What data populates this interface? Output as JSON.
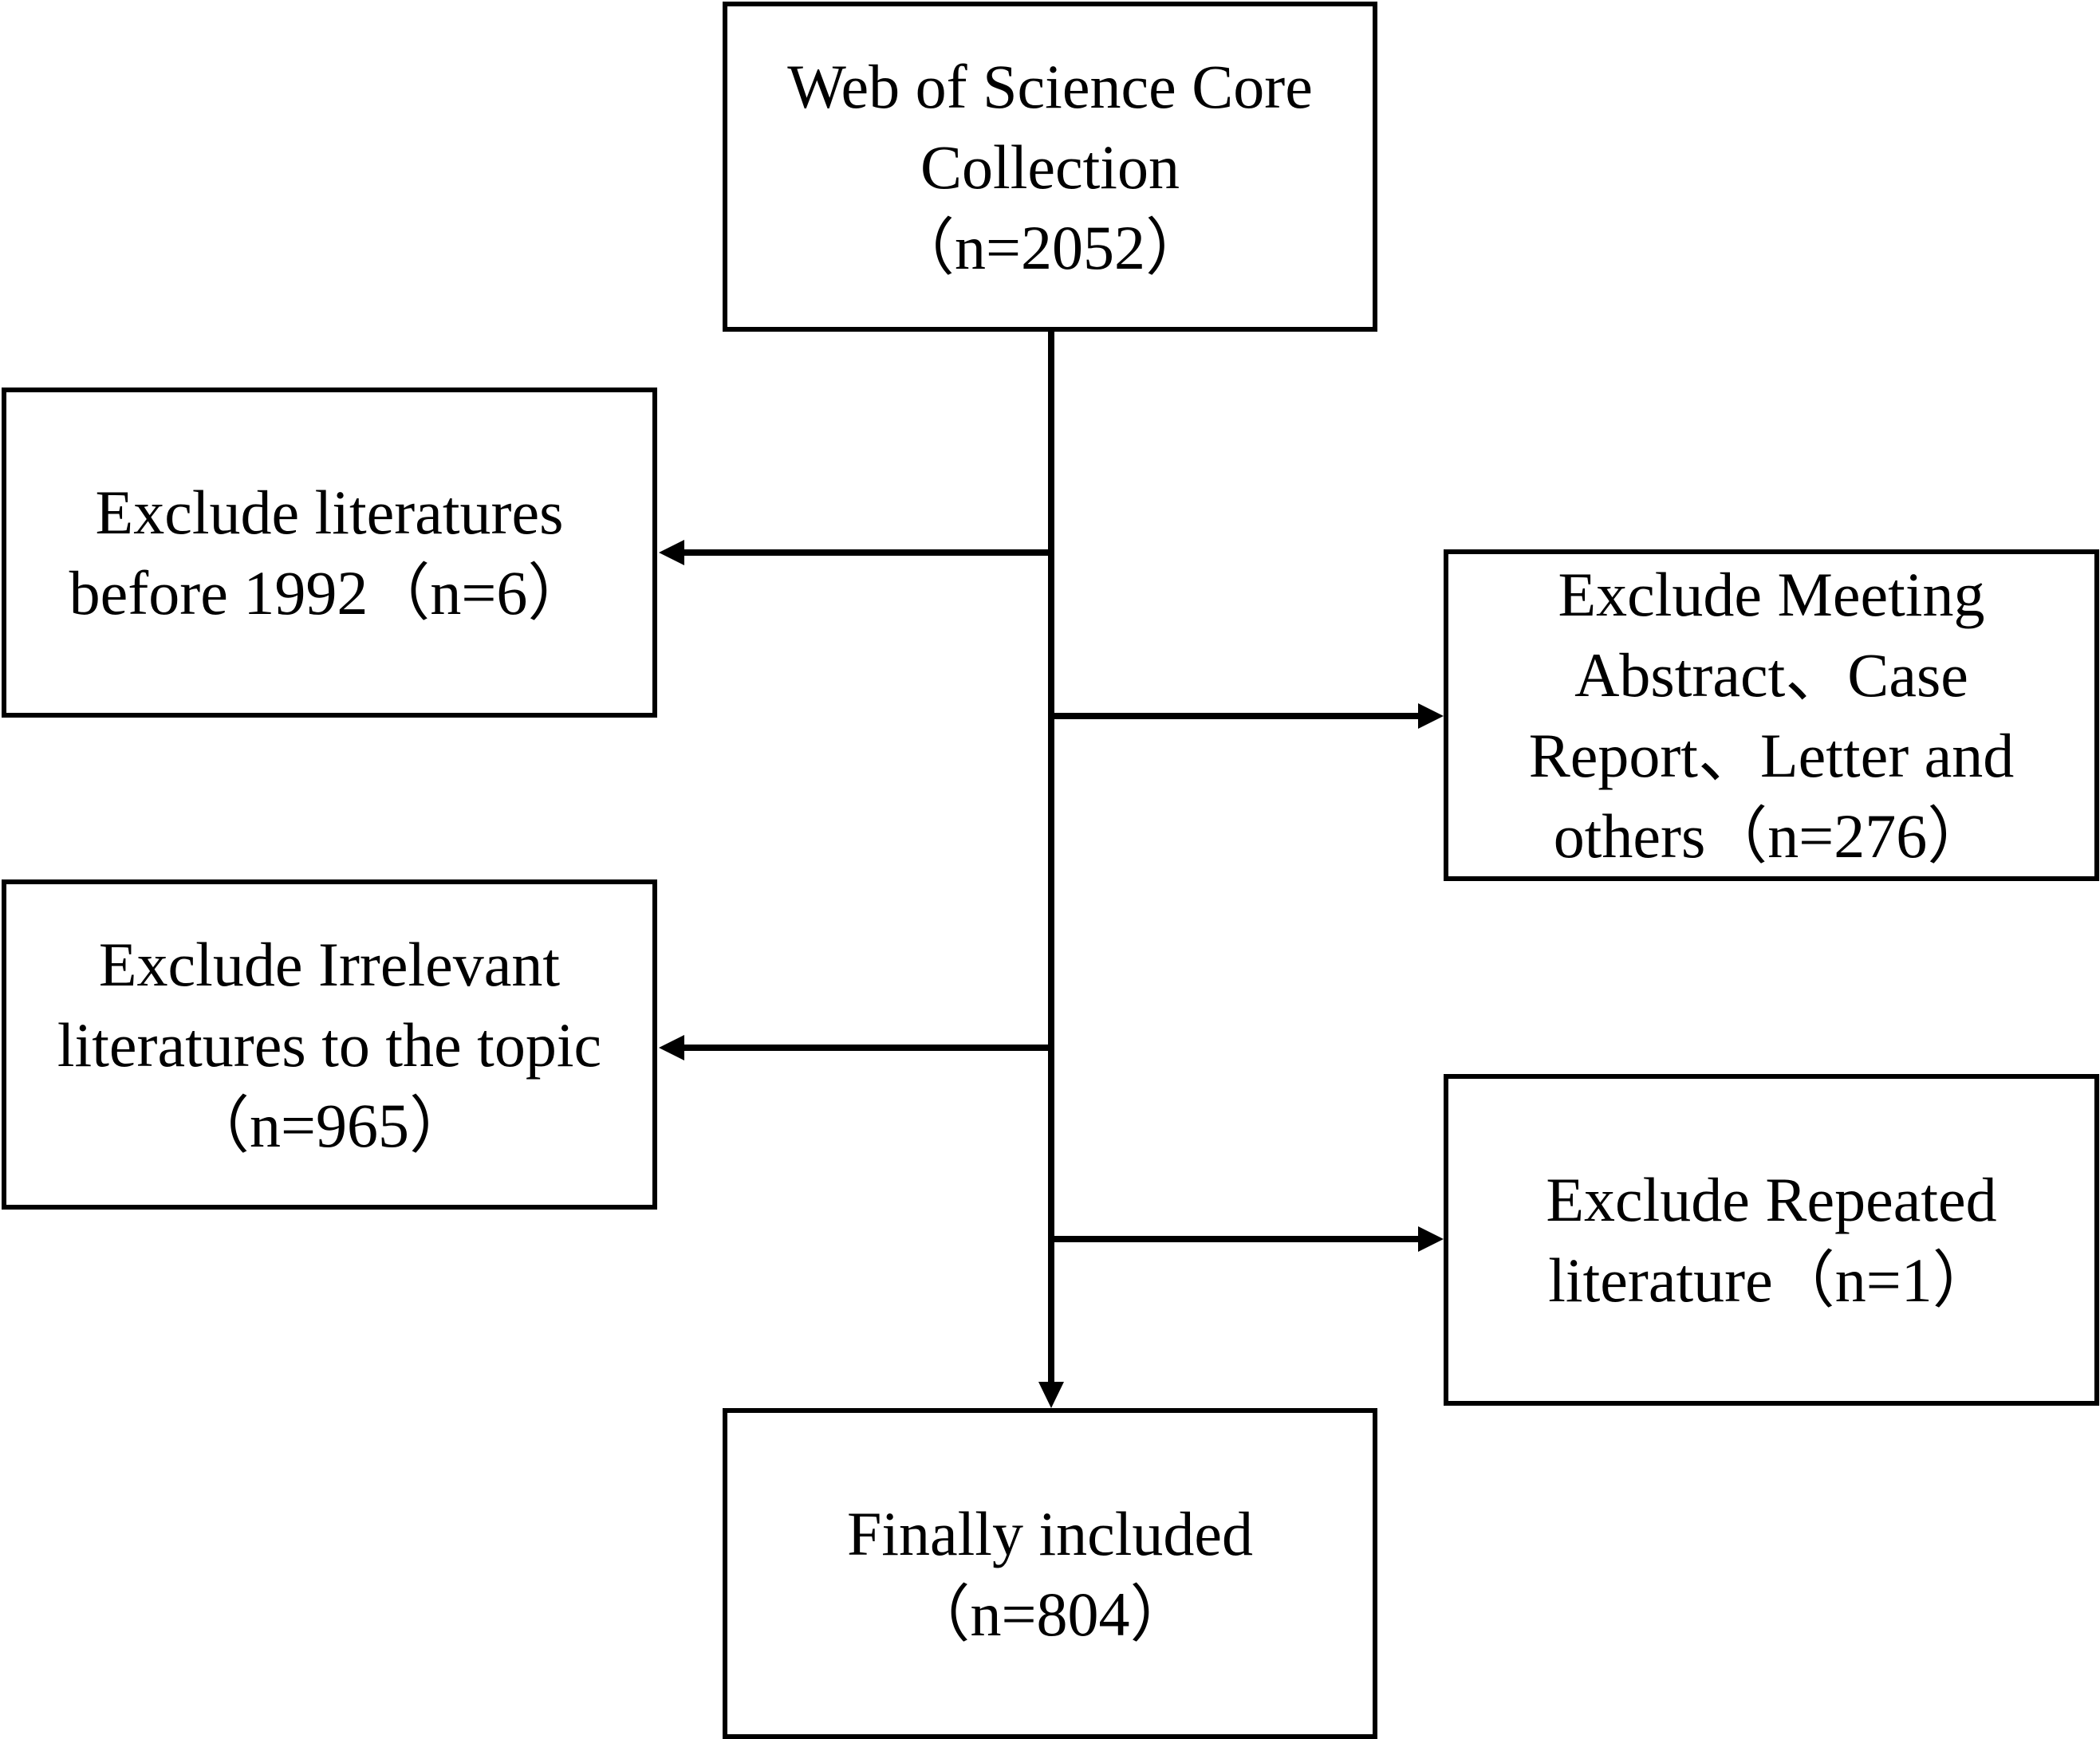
{
  "source": {
    "lines": [
      "Web of Science Core",
      "Collection",
      "（n=2052）"
    ]
  },
  "exclusions": [
    {
      "lines": [
        "Exclude literatures",
        "before 1992（n=6）"
      ]
    },
    {
      "lines": [
        "Exclude Meeting",
        "Abstract、Case",
        "Report、Letter and",
        "others（n=276）"
      ]
    },
    {
      "lines": [
        "Exclude Irrelevant",
        "literatures to the topic",
        "（n=965）"
      ]
    },
    {
      "lines": [
        "Exclude Repeated",
        "literature（n=1）"
      ]
    }
  ],
  "final": {
    "lines": [
      "Finally included",
      "（n=804）"
    ]
  }
}
